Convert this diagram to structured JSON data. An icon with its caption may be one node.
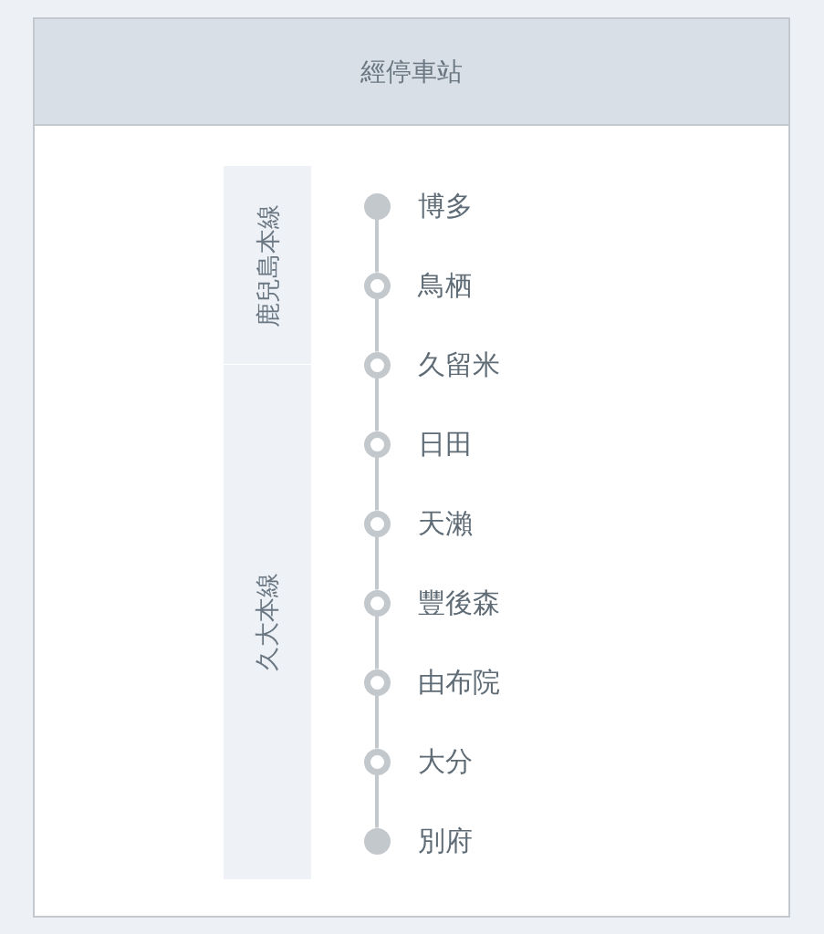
{
  "diagram": {
    "nodes": [
      {
        "text": [
          "經停車站"
        ]
      },
      {
        "text": [
          "鹿兒島本線"
        ]
      },
      {
        "text": [
          "久大本線"
        ]
      },
      {
        "text": [],
        "shape": "circle",
        "beside": [
          "博多"
        ]
      },
      {
        "text": [],
        "shape": "circle",
        "beside": [
          "鳥栖"
        ]
      },
      {
        "text": [],
        "shape": "circle",
        "beside": [
          "久留米"
        ]
      },
      {
        "text": [],
        "shape": "circle",
        "beside": [
          "日田"
        ]
      },
      {
        "text": [],
        "shape": "circle",
        "beside": [
          "天瀨"
        ]
      },
      {
        "text": [],
        "shape": "circle",
        "beside": [
          "豐後森"
        ]
      },
      {
        "text": [],
        "shape": "circle",
        "beside": [
          "由布院"
        ]
      },
      {
        "text": [],
        "shape": "circle",
        "beside": [
          "大分"
        ]
      },
      {
        "text": [],
        "shape": "circle",
        "beside": [
          "別府"
        ]
      }
    ],
    "edges": [
      {
        "from": 3,
        "to": 4,
        "arrow": "none"
      },
      {
        "from": 4,
        "to": 5,
        "arrow": "none"
      },
      {
        "from": 5,
        "to": 6,
        "arrow": "none"
      },
      {
        "from": 6,
        "to": 7,
        "arrow": "none"
      },
      {
        "from": 7,
        "to": 8,
        "arrow": "none"
      },
      {
        "from": 8,
        "to": 9,
        "arrow": "none"
      },
      {
        "from": 9,
        "to": 10,
        "arrow": "none"
      },
      {
        "from": 10,
        "to": 11,
        "arrow": "none"
      }
    ]
  }
}
